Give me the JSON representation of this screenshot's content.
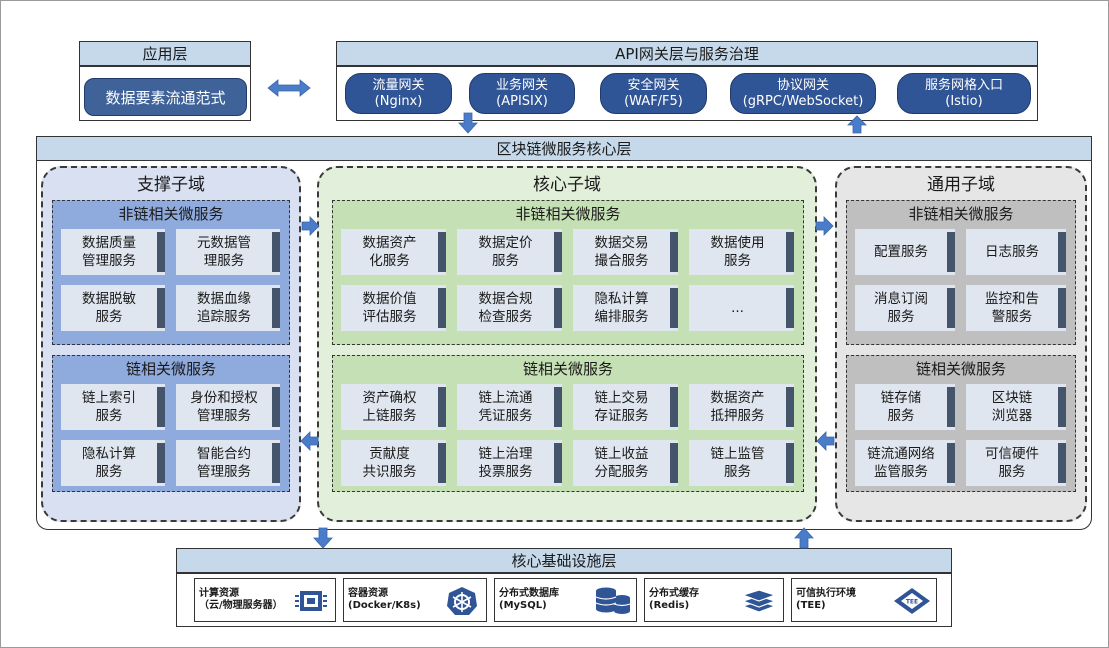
{
  "app_layer": {
    "title": "应用层",
    "item": "数据要素流通范式"
  },
  "gateway": {
    "title": "API网关层与服务治理",
    "items": [
      {
        "l1": "流量网关",
        "l2": "(Nginx)"
      },
      {
        "l1": "业务网关",
        "l2": "(APISIX)"
      },
      {
        "l1": "安全网关",
        "l2": "(WAF/F5)"
      },
      {
        "l1": "协议网关",
        "l2": "(gRPC/WebSocket)"
      },
      {
        "l1": "服务网格入口",
        "l2": "(Istio)"
      }
    ]
  },
  "core_layer": {
    "title": "区块链微服务核心层"
  },
  "support": {
    "title": "支撑子域",
    "non_chain": {
      "title": "非链相关微服务",
      "items": [
        {
          "l1": "数据质量",
          "l2": "管理服务"
        },
        {
          "l1": "元数据管",
          "l2": "理服务"
        },
        {
          "l1": "数据脱敏",
          "l2": "服务"
        },
        {
          "l1": "数据血缘",
          "l2": "追踪服务"
        }
      ]
    },
    "chain": {
      "title": "链相关微服务",
      "items": [
        {
          "l1": "链上索引",
          "l2": "服务"
        },
        {
          "l1": "身份和授权",
          "l2": "管理服务"
        },
        {
          "l1": "隐私计算",
          "l2": "服务"
        },
        {
          "l1": "智能合约",
          "l2": "管理服务"
        }
      ]
    }
  },
  "core": {
    "title": "核心子域",
    "non_chain": {
      "title": "非链相关微服务",
      "items": [
        {
          "l1": "数据资产",
          "l2": "化服务"
        },
        {
          "l1": "数据定价",
          "l2": "服务"
        },
        {
          "l1": "数据交易",
          "l2": "撮合服务"
        },
        {
          "l1": "数据使用",
          "l2": "服务"
        },
        {
          "l1": "数据价值",
          "l2": "评估服务"
        },
        {
          "l1": "数据合规",
          "l2": "检查服务"
        },
        {
          "l1": "隐私计算",
          "l2": "编排服务"
        },
        {
          "l1": "...",
          "l2": ""
        }
      ]
    },
    "chain": {
      "title": "链相关微服务",
      "items": [
        {
          "l1": "资产确权",
          "l2": "上链服务"
        },
        {
          "l1": "链上流通",
          "l2": "凭证服务"
        },
        {
          "l1": "链上交易",
          "l2": "存证服务"
        },
        {
          "l1": "数据资产",
          "l2": "抵押服务"
        },
        {
          "l1": "贡献度",
          "l2": "共识服务"
        },
        {
          "l1": "链上治理",
          "l2": "投票服务"
        },
        {
          "l1": "链上收益",
          "l2": "分配服务"
        },
        {
          "l1": "链上监管",
          "l2": "服务"
        }
      ]
    }
  },
  "general": {
    "title": "通用子域",
    "non_chain": {
      "title": "非链相关微服务",
      "items": [
        {
          "l1": "配置服务",
          "l2": ""
        },
        {
          "l1": "日志服务",
          "l2": ""
        },
        {
          "l1": "消息订阅",
          "l2": "服务"
        },
        {
          "l1": "监控和告",
          "l2": "警服务"
        }
      ]
    },
    "chain": {
      "title": "链相关微服务",
      "items": [
        {
          "l1": "链存储",
          "l2": "服务"
        },
        {
          "l1": "区块链",
          "l2": "浏览器"
        },
        {
          "l1": "链流通网络",
          "l2": "监管服务"
        },
        {
          "l1": "可信硬件",
          "l2": "服务"
        }
      ]
    }
  },
  "infra": {
    "title": "核心基础设施层",
    "items": [
      {
        "l1": "计算资源",
        "l2": "（云/物理服务器）",
        "icon": "server-chip-icon"
      },
      {
        "l1": "容器资源",
        "l2": "(Docker/K8s)",
        "icon": "kubernetes-icon"
      },
      {
        "l1": "分布式数据库",
        "l2": "(MySQL)",
        "icon": "database-icon"
      },
      {
        "l1": "分布式缓存",
        "l2": "(Redis)",
        "icon": "cache-layers-icon"
      },
      {
        "l1": "可信执行环境",
        "l2": "(TEE)",
        "icon": "tee-chip-icon"
      }
    ]
  },
  "colors": {
    "header_blue": "#c5d9ea",
    "pill_blue": "#2f5597",
    "arrow_blue": "#4a7cc9",
    "support_bg": "#d9e0f1",
    "support_sub": "#8faadc",
    "core_bg": "#e2efda",
    "core_sub": "#c5e0b4",
    "general_bg": "#e7e6e6",
    "general_sub": "#bfbfbf",
    "card_bg": "#dfe6ef",
    "card_bar": "#44546a"
  }
}
